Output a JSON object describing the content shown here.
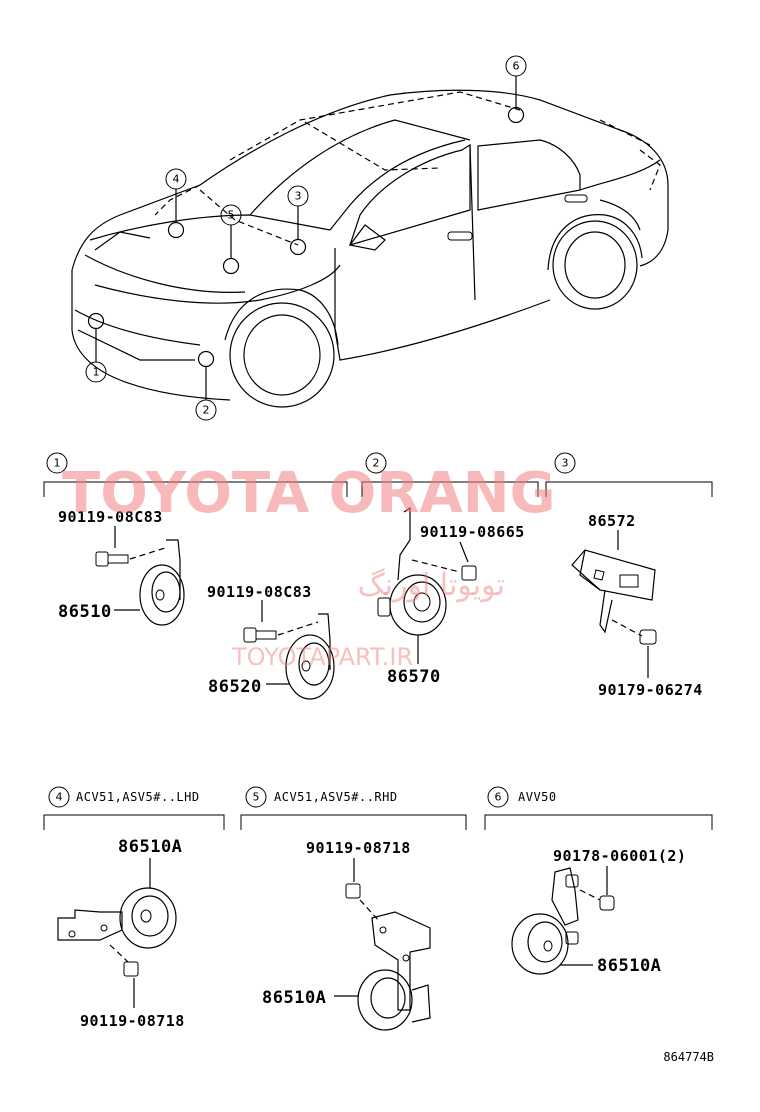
{
  "callouts": {
    "c1": "1",
    "c2": "2",
    "c3": "3",
    "c4": "4",
    "c5": "5",
    "c6": "6"
  },
  "section1": {
    "num": "1",
    "parts": [
      "90119-08C83",
      "86510",
      "90119-08C83",
      "86520"
    ]
  },
  "section2": {
    "num": "2",
    "parts": [
      "90119-08665",
      "86570"
    ]
  },
  "section3": {
    "num": "3",
    "parts": [
      "86572",
      "90179-06274"
    ]
  },
  "section4": {
    "num": "4",
    "title": "ACV51,ASV5#..LHD",
    "parts": [
      "86510A",
      "90119-08718"
    ]
  },
  "section5": {
    "num": "5",
    "title": "ACV51,ASV5#..RHD",
    "parts": [
      "90119-08718",
      "86510A"
    ]
  },
  "section6": {
    "num": "6",
    "title": "AVV50",
    "parts": [
      "90178-06001(2)",
      "86510A"
    ]
  },
  "watermark": {
    "line1": "TOYOTA ORANG",
    "line2": "تویوتا اورنگ",
    "line3": "TOYOTAPART.IR"
  },
  "drawing_code": "864774B"
}
